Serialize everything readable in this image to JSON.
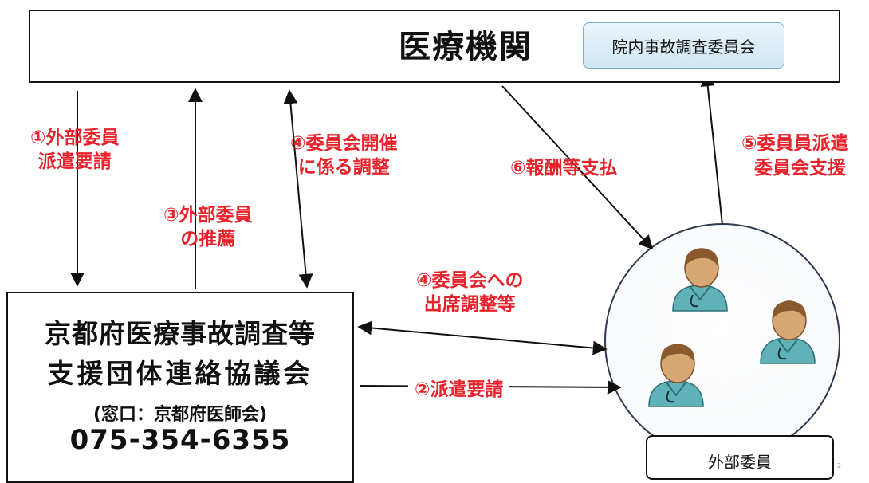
{
  "medical_institution": {
    "title": "医療機関",
    "committee": "院内事故調査委員会"
  },
  "council": {
    "line1": "京都府医療事故調査等",
    "line2": "支援団体連絡協議会",
    "line3": "(窓口：京都府医師会)",
    "phone": "075-354-6355"
  },
  "external_members": {
    "label": "外部委員"
  },
  "flows": {
    "request_external": "①外部委員\n派遣要請",
    "dispatch_request": "②派遣要請",
    "recommend": "③外部委員\nの推薦",
    "coordinate_meeting": "④委員会開催\nに係る調整",
    "attendance": "④委員会への\n出席調整等",
    "dispatch_support_1": "⑤委員員派遣",
    "dispatch_support_2": "委員会支援",
    "payment": "⑥報酬等支払"
  },
  "colors": {
    "label": "#e8222b",
    "person": "#5fb3b8"
  },
  "page_number": "2"
}
